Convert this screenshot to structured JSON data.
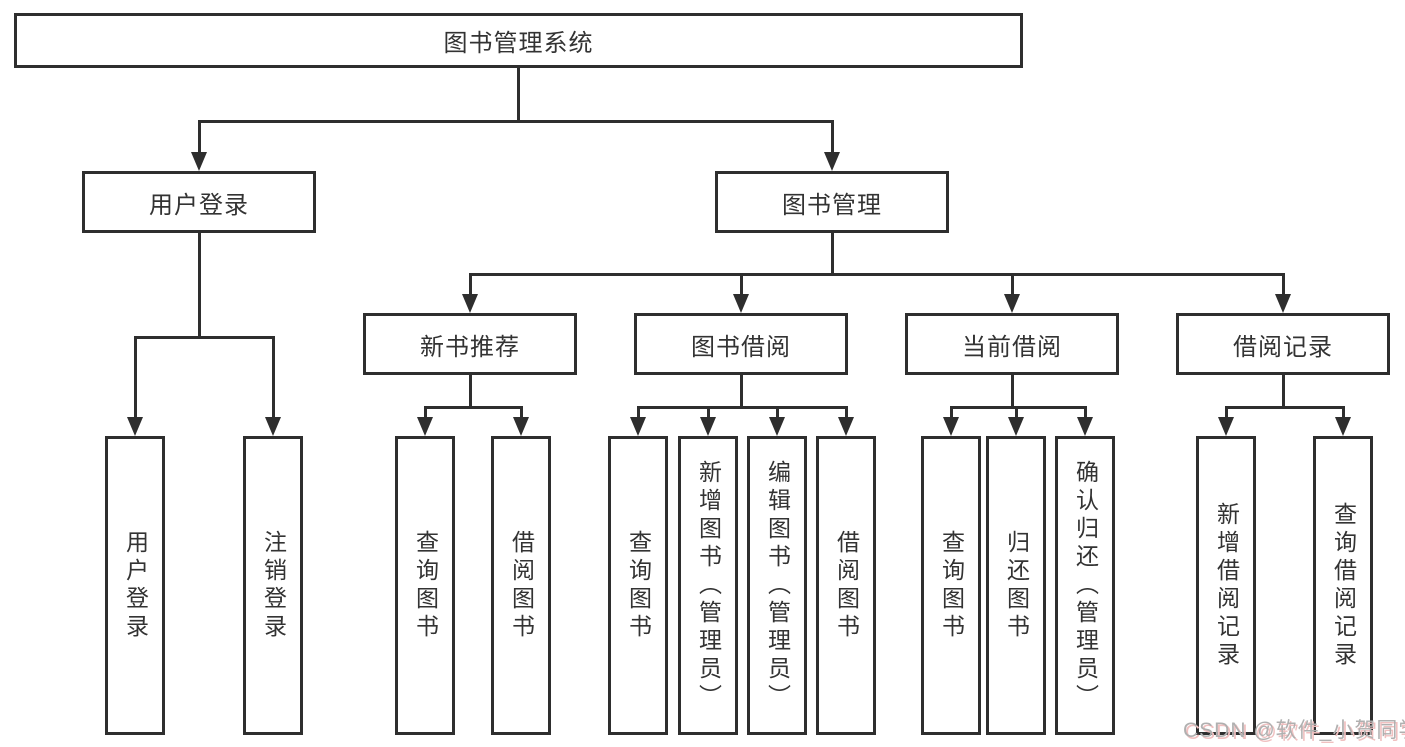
{
  "colors": {
    "line": "#2e2e2e",
    "text": "#333333",
    "background": "#ffffff",
    "watermark_gray": "#b0b0b0",
    "watermark_red_shadow": "#f0c0c0"
  },
  "nodes": {
    "root": {
      "label": "图书管理系统"
    },
    "branches": [
      {
        "label": "用户登录"
      },
      {
        "label": "图书管理"
      }
    ],
    "sections": [
      {
        "label": "新书推荐"
      },
      {
        "label": "图书借阅"
      },
      {
        "label": "当前借阅"
      },
      {
        "label": "借阅记录"
      }
    ],
    "leaves": [
      {
        "label": "用户登录"
      },
      {
        "label": "注销登录"
      },
      {
        "label": "查询图书"
      },
      {
        "label": "借阅图书"
      },
      {
        "label": "查询图书"
      },
      {
        "label": "新增图书（管理员）"
      },
      {
        "label": "编辑图书（管理员）"
      },
      {
        "label": "借阅图书"
      },
      {
        "label": "查询图书"
      },
      {
        "label": "归还图书"
      },
      {
        "label": "确认归还（管理员）"
      },
      {
        "label": "新增借阅记录"
      },
      {
        "label": "查询借阅记录"
      }
    ]
  },
  "watermark": {
    "text": "CSDN @软件_小贺同学"
  }
}
